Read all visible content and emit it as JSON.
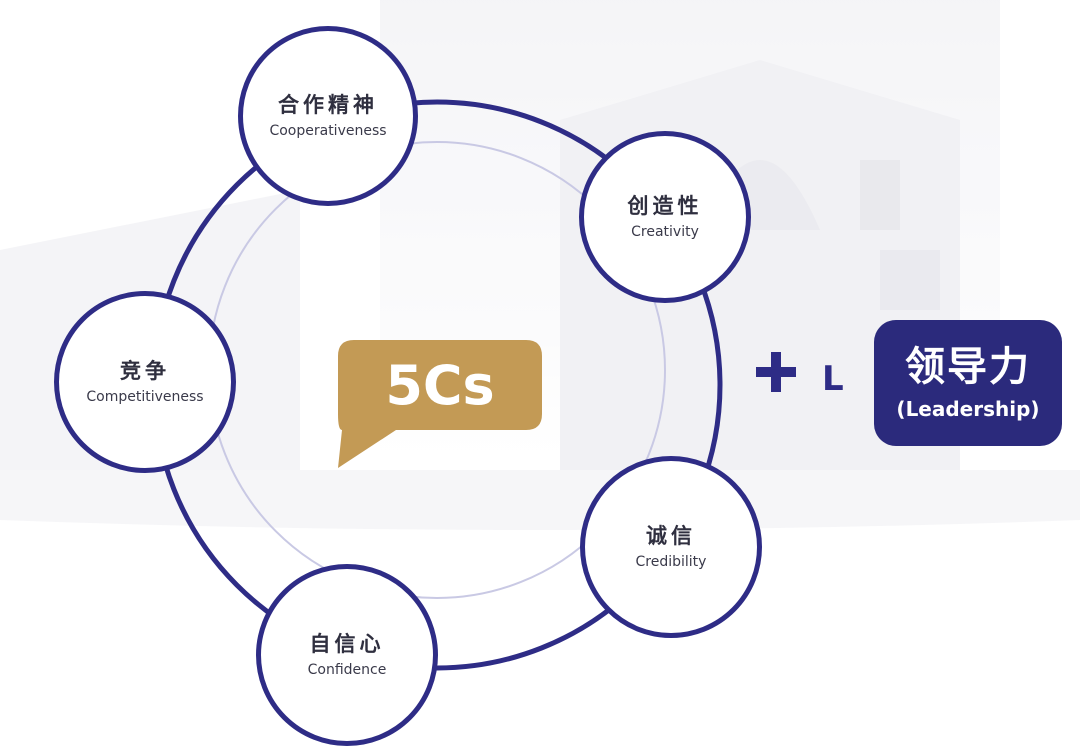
{
  "diagram": {
    "center_label": "5Cs",
    "nodes": [
      {
        "zh": "合作精神",
        "en": "Cooperativeness"
      },
      {
        "zh": "创造性",
        "en": "Creativity"
      },
      {
        "zh": "竞争",
        "en": "Competitiveness"
      },
      {
        "zh": "诚信",
        "en": "Credibility"
      },
      {
        "zh": "自信心",
        "en": "Confidence"
      }
    ],
    "plus_symbol": "+",
    "l_letter": "L",
    "leadership": {
      "zh": "领导力",
      "en": "(Leadership)"
    }
  },
  "colors": {
    "ring": "#2e2c86",
    "inner_ring": "#c9c9e4",
    "bubble": "#c39a55",
    "leadership_box": "#2b2a7c"
  }
}
